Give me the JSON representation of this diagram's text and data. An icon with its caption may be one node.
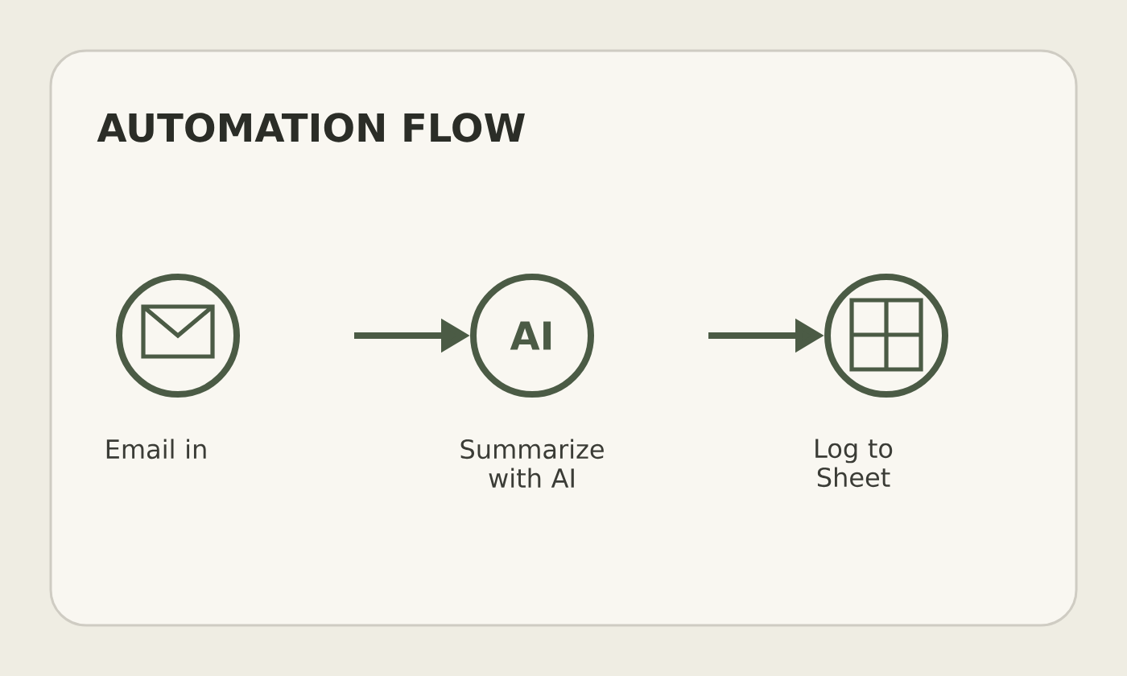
{
  "diagram": {
    "title": "AUTOMATION FLOW",
    "nodes": [
      {
        "text": [
          "Email in"
        ]
      },
      {
        "text": [
          "AI",
          "Summarize with AI"
        ]
      },
      {
        "text": [
          "Log to Sheet"
        ]
      }
    ],
    "edges": [
      {
        "from": null,
        "to": 1,
        "arrow": "to"
      },
      {
        "from": null,
        "to": 2,
        "arrow": "to"
      }
    ]
  }
}
